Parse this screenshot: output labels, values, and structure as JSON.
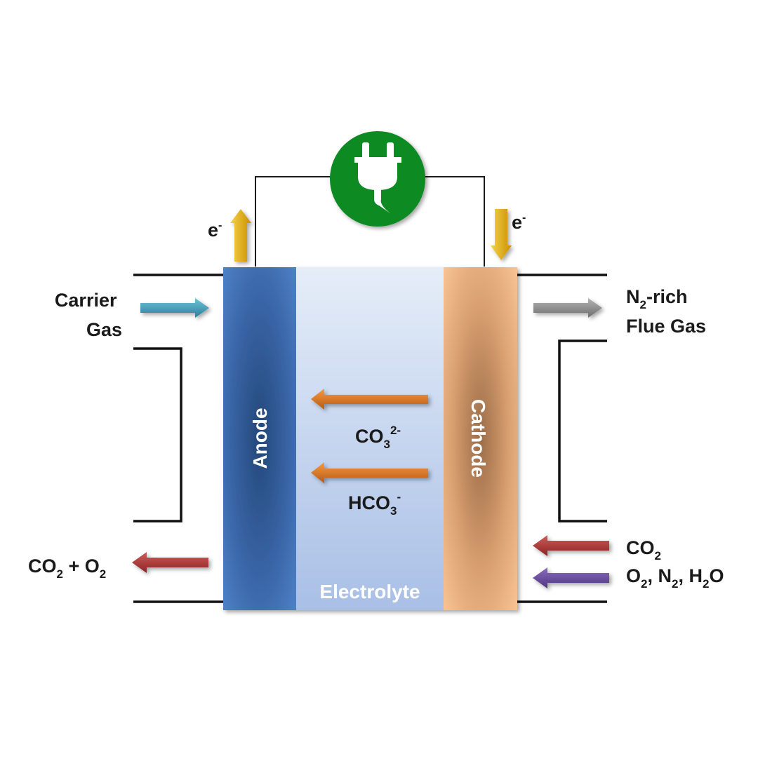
{
  "diagram": {
    "title": "",
    "cell": {
      "anode_label": "Anode",
      "cathode_label": "Cathode",
      "electrolyte_label": "Electrolyte"
    },
    "ions": {
      "carbonate": {
        "base": "CO",
        "sub": "3",
        "sup": "2-"
      },
      "bicarbonate": {
        "base": "HCO",
        "sub": "3",
        "sup": "-"
      }
    },
    "electrons": {
      "anode": {
        "base": "e",
        "sup": "-"
      },
      "cathode": {
        "base": "e",
        "sup": "-"
      }
    },
    "inlets_outlets": {
      "carrier_gas": [
        "Carrier",
        "Gas"
      ],
      "flue_gas": {
        "line1_pre": "N",
        "line1_sub": "2",
        "line1_post": "-rich",
        "line2": "Flue Gas"
      },
      "anode_exhaust": {
        "p1": "CO",
        "s1": "2",
        "p2": " + O",
        "s2": "2"
      },
      "cathode_feed_co2": {
        "base": "CO",
        "sub": "2"
      },
      "cathode_feed_air": {
        "p1": "O",
        "s1": "2",
        "p2": ", N",
        "s2": "2",
        "p3": ", H",
        "s3": "2",
        "p4": "O"
      }
    },
    "power_icon": "power-plug-icon",
    "colors": {
      "anode": "#4a7cc2",
      "cathode": "#f5bd8a",
      "electrolyte": "#c3d3ee",
      "plug_circle": "#0f8a24",
      "electron_arrow": "#e0a800",
      "ion_arrow": "#d9731f",
      "carrier_arrow": "#3aa0bb",
      "flue_arrow": "#8a8a8a",
      "co2_arrow": "#b03636",
      "air_arrow": "#6a4a9a"
    }
  }
}
